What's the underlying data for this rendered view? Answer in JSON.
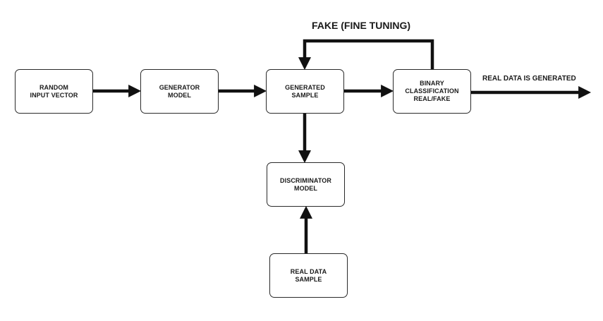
{
  "nodes": {
    "random_input": {
      "lines": [
        "RANDOM",
        "INPUT VECTOR"
      ]
    },
    "generator": {
      "lines": [
        "GENERATOR",
        "MODEL"
      ]
    },
    "generated_sample": {
      "lines": [
        "GENERATED",
        "SAMPLE"
      ]
    },
    "binary_classification": {
      "lines": [
        "BINARY",
        "CLASSIFICATION",
        "REAL/FAKE"
      ]
    },
    "discriminator": {
      "lines": [
        "DISCRIMINATOR",
        "MODEL"
      ]
    },
    "real_data_sample": {
      "lines": [
        "REAL DATA",
        "SAMPLE"
      ]
    }
  },
  "labels": {
    "fake_loop": "FAKE (FINE TUNING)",
    "output": "REAL DATA IS GENERATED"
  },
  "colors": {
    "line": "#111111",
    "border": "#2a2a2a",
    "text": "#1a1a1a"
  }
}
